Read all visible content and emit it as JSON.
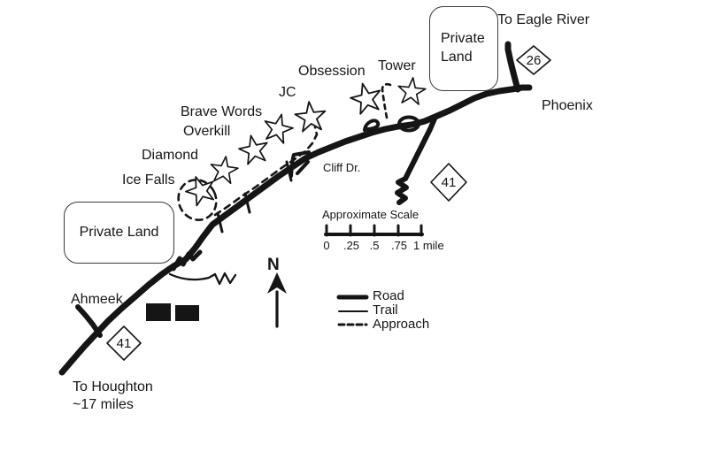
{
  "crags": [
    {
      "name": "Ice Falls"
    },
    {
      "name": "Diamond"
    },
    {
      "name": "Overkill"
    },
    {
      "name": "Brave Words"
    },
    {
      "name": "JC"
    },
    {
      "name": "Obsession"
    },
    {
      "name": "Tower"
    }
  ],
  "places": {
    "to_eagle_river": "To Eagle River",
    "phoenix": "Phoenix",
    "ahmeek": "Ahmeek",
    "houghton_line1": "To Houghton",
    "houghton_line2": "~17 miles",
    "cliff_dr": "Cliff Dr."
  },
  "private_land": {
    "left": "Private Land",
    "right_line1": "Private",
    "right_line2": "Land"
  },
  "route_shields": {
    "m26": "26",
    "us41_east": "41",
    "us41_west": "41"
  },
  "compass": {
    "north": "N"
  },
  "scale": {
    "title": "Approximate Scale",
    "tick_labels": [
      "0",
      ".25",
      ".5",
      ".75"
    ],
    "last_label": "1 mile"
  },
  "legend": {
    "road": "Road",
    "trail": "Trail",
    "approach": "Approach"
  },
  "colors": {
    "ink": "#151515",
    "background": "#ffffff"
  }
}
